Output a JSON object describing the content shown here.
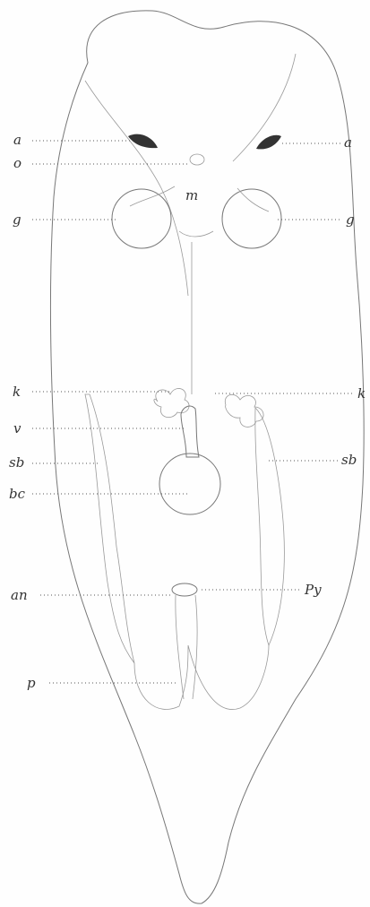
{
  "figure": {
    "labels_left": [
      "a",
      "o",
      "g",
      "k",
      "v",
      "sb",
      "bc",
      "an",
      "p"
    ],
    "labels_right": [
      "a",
      "g",
      "k",
      "sb",
      "Py"
    ],
    "label_center": "m"
  }
}
